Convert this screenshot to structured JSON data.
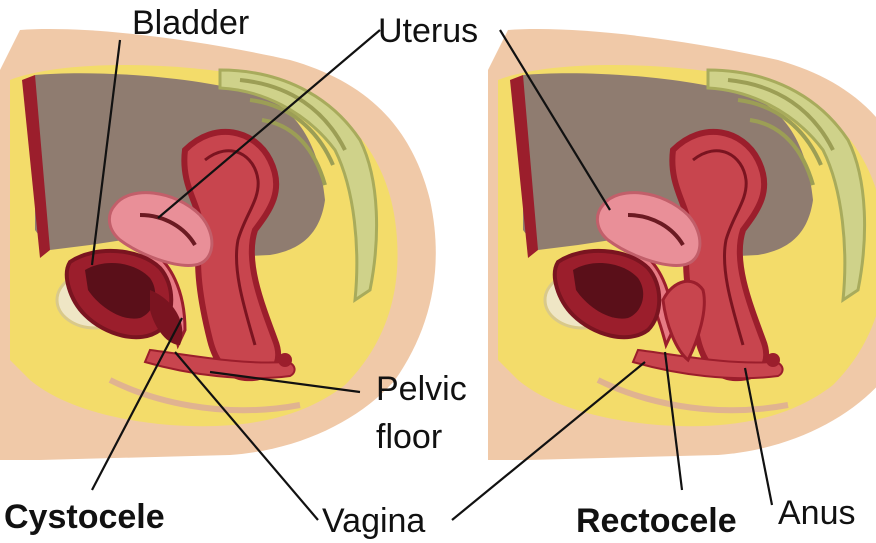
{
  "labels": {
    "bladder": "Bladder",
    "uterus": "Uterus",
    "pelvic_floor_line1": "Pelvic",
    "pelvic_floor_line2": "floor",
    "vagina": "Vagina",
    "anus": "Anus"
  },
  "panels": {
    "left_title": "Cystocele",
    "right_title": "Rectocele"
  },
  "colors": {
    "skin": "#f0c9a8",
    "fat": "#f3dc6a",
    "cavity": "#8f7c70",
    "muscle": "#9b1e2c",
    "muscle_light": "#c8454e",
    "organ_pink": "#e98f98",
    "bladder_interior": "#5a0f19",
    "bone": "#cfd28a",
    "line": "#111111"
  }
}
